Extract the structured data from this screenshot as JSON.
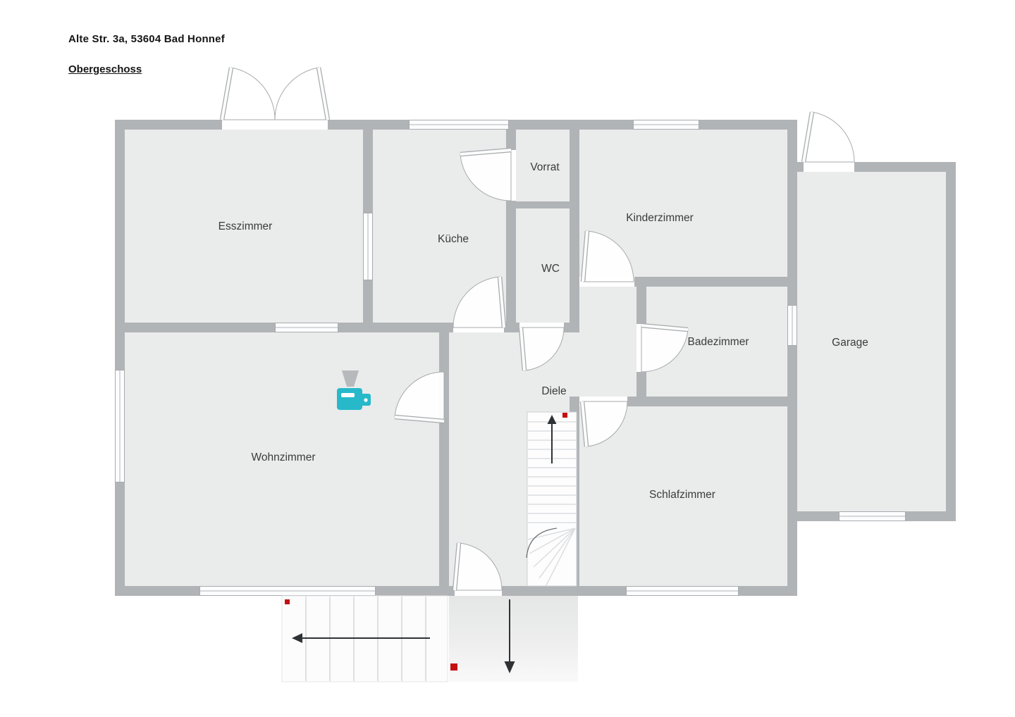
{
  "header": {
    "address": "Alte Str. 3a, 53604 Bad Honnef",
    "floor_label": "Obergeschoss"
  },
  "rooms": [
    {
      "id": "esszimmer",
      "label": "Esszimmer"
    },
    {
      "id": "kueche",
      "label": "Küche"
    },
    {
      "id": "vorrat",
      "label": "Vorrat"
    },
    {
      "id": "wc",
      "label": "WC"
    },
    {
      "id": "kinderzimmer",
      "label": "Kinderzimmer"
    },
    {
      "id": "badezimmer",
      "label": "Badezimmer"
    },
    {
      "id": "garage",
      "label": "Garage"
    },
    {
      "id": "wohnzimmer",
      "label": "Wohnzimmer"
    },
    {
      "id": "diele",
      "label": "Diele"
    },
    {
      "id": "schlafzimmer",
      "label": "Schlafzimmer"
    }
  ],
  "icons": {
    "printer-icon": "printer",
    "up-arrow-icon": "↑",
    "down-arrow-icon": "↓",
    "left-arrow-icon": "←",
    "door-swing-icon": "quarter-arc"
  },
  "colors": {
    "wall": "#b1b4b6",
    "floor": "#eaebeb",
    "window": "#fbfdfe",
    "text": "#3b3b3b",
    "printer_accent": "#27b9c9",
    "marker_red": "#c41010",
    "arrow": "#2f3234",
    "background": "#ffffff"
  }
}
